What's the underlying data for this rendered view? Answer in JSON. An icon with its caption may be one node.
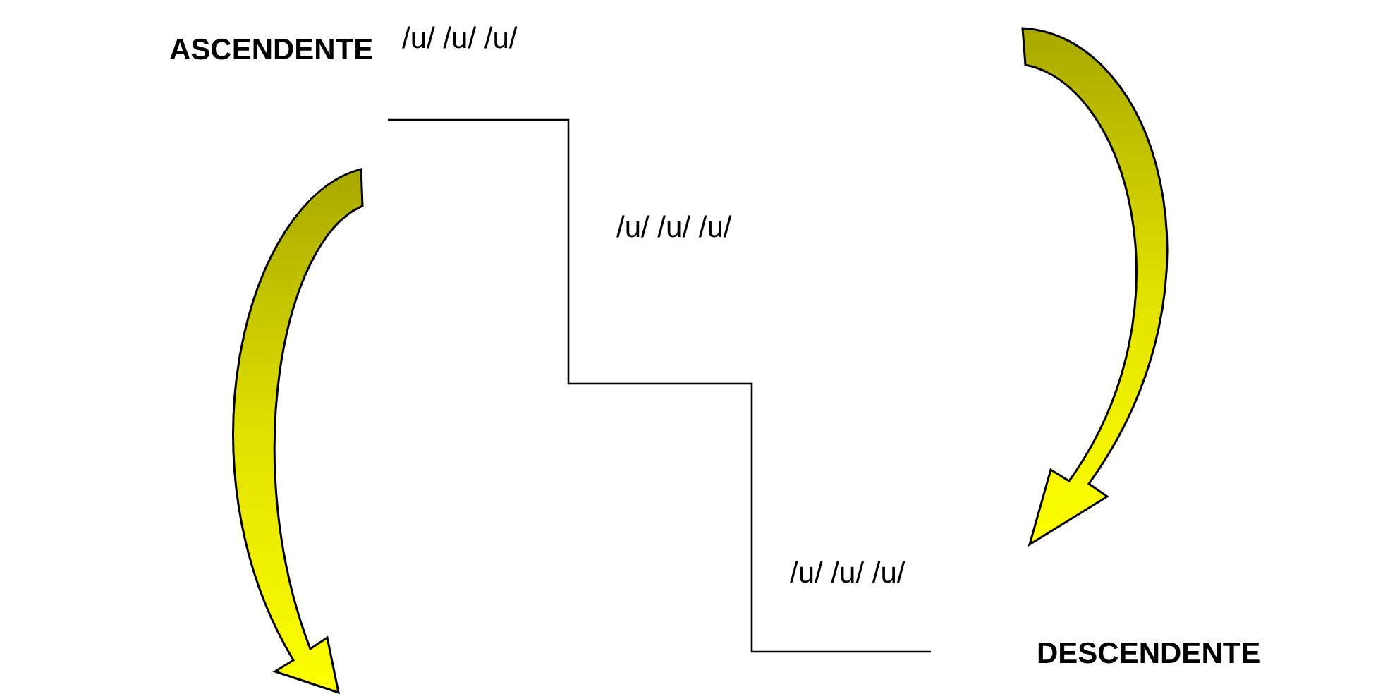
{
  "diagram": {
    "labels": [
      "ASCENDENTE",
      "/u/ /u/ /u/",
      "/u/ /u/ /u/",
      "/u/ /u/ /u/",
      "DESCENDENTE"
    ]
  }
}
